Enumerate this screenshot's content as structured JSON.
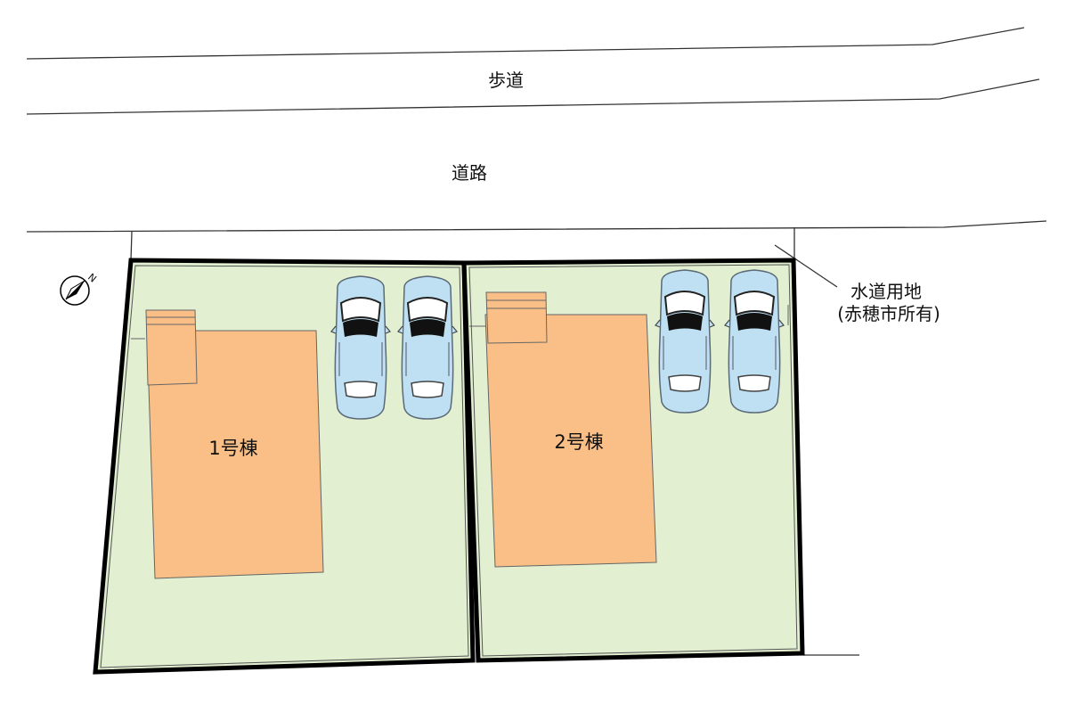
{
  "labels": {
    "sidewalk": "歩道",
    "road": "道路",
    "water_land_line1": "水道用地",
    "water_land_line2": "(赤穂市所有)",
    "building_1": "1号棟",
    "building_2": "2号棟",
    "north_mark": "N"
  },
  "colors": {
    "lot_fill": "#e2efd0",
    "building_fill": "#f9bf86",
    "car_body": "#bfe0f2",
    "car_window": "#ffffff",
    "boundary": "#000000"
  },
  "icons": {
    "compass": "north-arrow-icon",
    "car": "car-icon"
  }
}
